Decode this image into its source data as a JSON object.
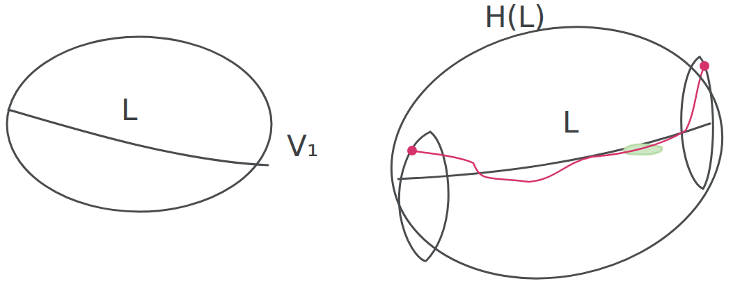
{
  "diagram": {
    "nodes": [
      {
        "text": [
          "L"
        ]
      },
      {
        "text": [
          "H(L)",
          "L"
        ]
      }
    ],
    "labels": [
      "V₁"
    ]
  }
}
